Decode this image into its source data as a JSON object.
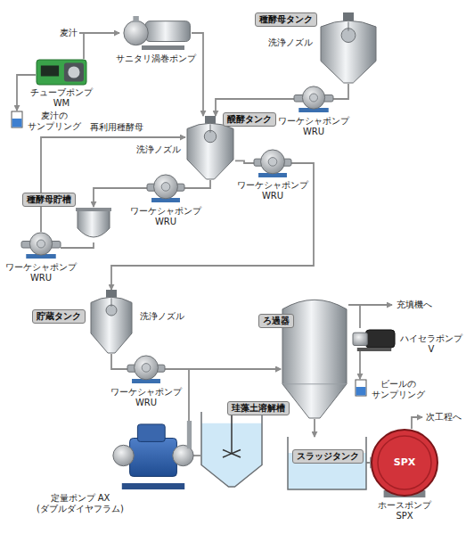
{
  "diagram": {
    "nodes": [
      {
        "text": [
          "サニタリ渦巻ポンプ"
        ]
      },
      {
        "text": [
          "チューブポンプ WM"
        ]
      },
      {
        "text": [
          "麦汁の サンプリング"
        ]
      },
      {
        "text": [
          "種酵母タンク",
          "洗浄ノズル"
        ]
      },
      {
        "text": [
          "ワーケシャポンプ WRU"
        ]
      },
      {
        "text": [
          "醗酵タンク",
          "洗浄ノズル"
        ]
      },
      {
        "text": [
          "ワーケシャポンプ WRU"
        ]
      },
      {
        "text": [
          "種酵母貯槽"
        ]
      },
      {
        "text": [
          "ワーケシャポンプ WRU"
        ]
      },
      {
        "text": [
          "ワーケシャポンプ WRU"
        ]
      },
      {
        "text": [
          "貯蔵タンク",
          "洗浄ノズル"
        ]
      },
      {
        "text": [
          "ワーケシャポンプ WRU"
        ]
      },
      {
        "text": [
          "ろ過器"
        ]
      },
      {
        "text": [
          "ハイセラポンプ V"
        ]
      },
      {
        "text": [
          "ビールの サンプリング"
        ]
      },
      {
        "text": [
          "珪藻土溶解槽"
        ]
      },
      {
        "text": [
          "定量ポンプ AX (ダブルダイヤフラム)"
        ]
      },
      {
        "text": [
          "スラッジタンク"
        ]
      },
      {
        "text": [
          "SPX",
          "ホースポンプ SPX"
        ]
      }
    ],
    "edges": [
      {
        "from": 0,
        "to": 5,
        "arrow": "to"
      },
      {
        "from": 1,
        "to": 2,
        "arrow": "to"
      },
      {
        "from": 3,
        "to": 4,
        "arrow": "none"
      },
      {
        "from": 4,
        "to": 5,
        "arrow": "to"
      },
      {
        "from": 5,
        "to": 6,
        "arrow": "none"
      },
      {
        "from": 6,
        "to": 10,
        "arrow": "to"
      },
      {
        "from": 5,
        "to": 8,
        "arrow": "none"
      },
      {
        "from": 8,
        "to": 7,
        "arrow": "to"
      },
      {
        "from": 7,
        "to": 9,
        "arrow": "none"
      },
      {
        "from": 9,
        "to": 5,
        "label": "再利用種酵母",
        "arrow": "to"
      },
      {
        "from": 10,
        "to": 11,
        "arrow": "none"
      },
      {
        "from": 11,
        "to": 12,
        "arrow": "to"
      },
      {
        "from": 15,
        "to": 16,
        "arrow": "none"
      },
      {
        "from": 16,
        "to": 12,
        "arrow": "to"
      },
      {
        "from": 12,
        "to": 17,
        "arrow": "to"
      },
      {
        "from": 17,
        "to": 18,
        "arrow": "none"
      },
      {
        "from": 12,
        "to": 13,
        "arrow": "none"
      },
      {
        "from": 13,
        "to": 14,
        "arrow": "to"
      }
    ],
    "labels": [
      "麦汁",
      "充填機へ",
      "次工程へ"
    ]
  }
}
